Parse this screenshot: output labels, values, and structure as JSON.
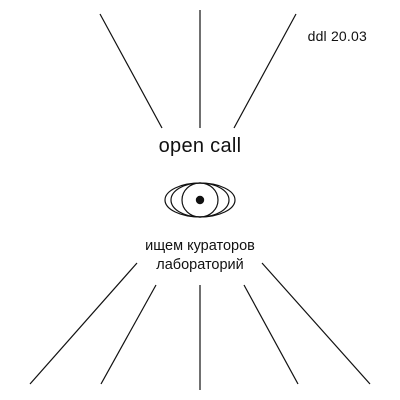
{
  "deadline": "ddl 20.03",
  "headline": "open call",
  "subline": {
    "line1": "ищем кураторов",
    "line2": "лабораторий"
  },
  "graphic": {
    "center_icon": "eye-icon",
    "ray_icon": "radiating-lines",
    "stroke_color": "#111111",
    "background_color": "#ffffff"
  }
}
